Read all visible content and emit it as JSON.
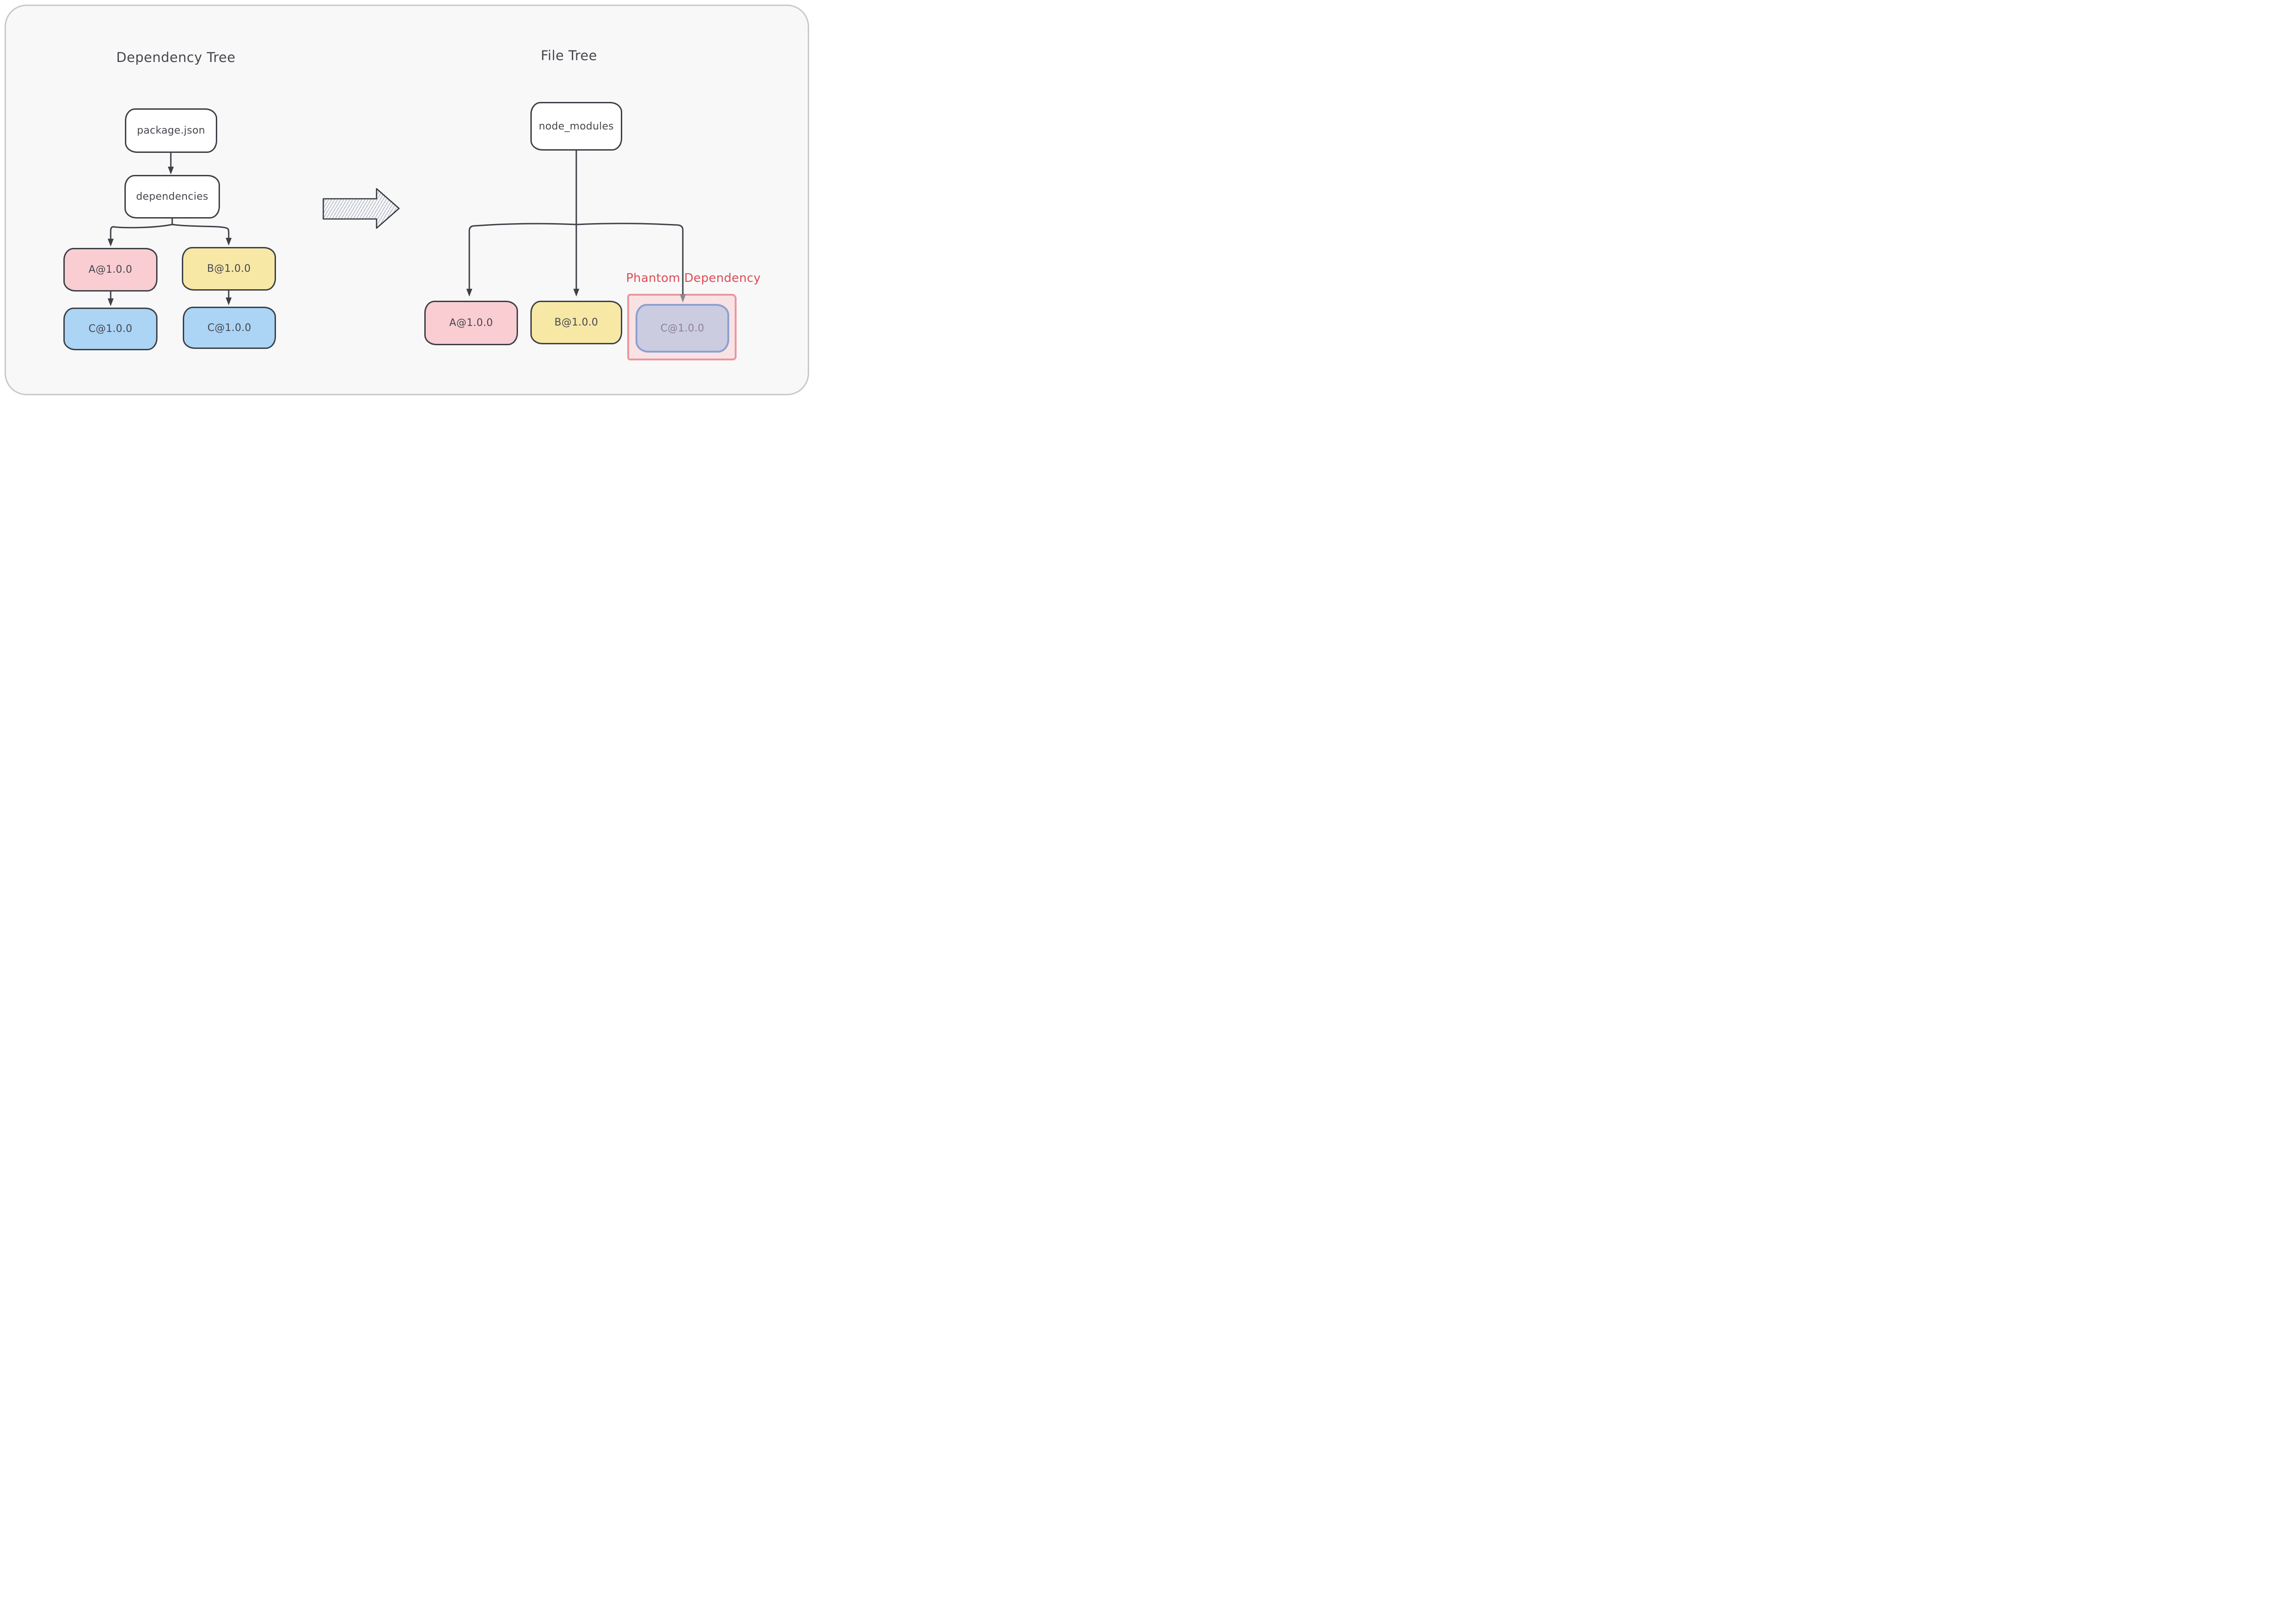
{
  "left": {
    "title": "Dependency Tree",
    "package_json": "package.json",
    "dependencies": "dependencies",
    "a": "A@1.0.0",
    "b": "B@1.0.0",
    "c_under_a": "C@1.0.0",
    "c_under_b": "C@1.0.0"
  },
  "right": {
    "title": "File Tree",
    "node_modules": "node_modules",
    "a": "A@1.0.0",
    "b": "B@1.0.0",
    "phantom": {
      "annotation": "Phantom Dependency",
      "label": "C@1.0.0"
    }
  },
  "icons": {
    "transform_arrow": "right-arrow-icon"
  },
  "colors": {
    "page_background": "#ffffff",
    "panel_fill": "#f8f8f9",
    "panel_border": "#c6c8ca",
    "stroke_dark": "#3d4046",
    "text_dark": "#45474d",
    "node_white": "#ffffff",
    "node_pink": "#f9cdd2",
    "node_yellow": "#f7e8a6",
    "node_blue": "#abd4f5",
    "phantom_red_text": "#dd4b56",
    "phantom_outer_fill": "#f9e2e4",
    "phantom_outer_border": "#ec959c",
    "phantom_inner_fill": "#cbccdf",
    "phantom_inner_border": "#8ba0d2",
    "phantom_inner_text": "#8d8192",
    "hachure_line": "#9aa3b4",
    "phantom_arrowhead": "#88888d"
  }
}
